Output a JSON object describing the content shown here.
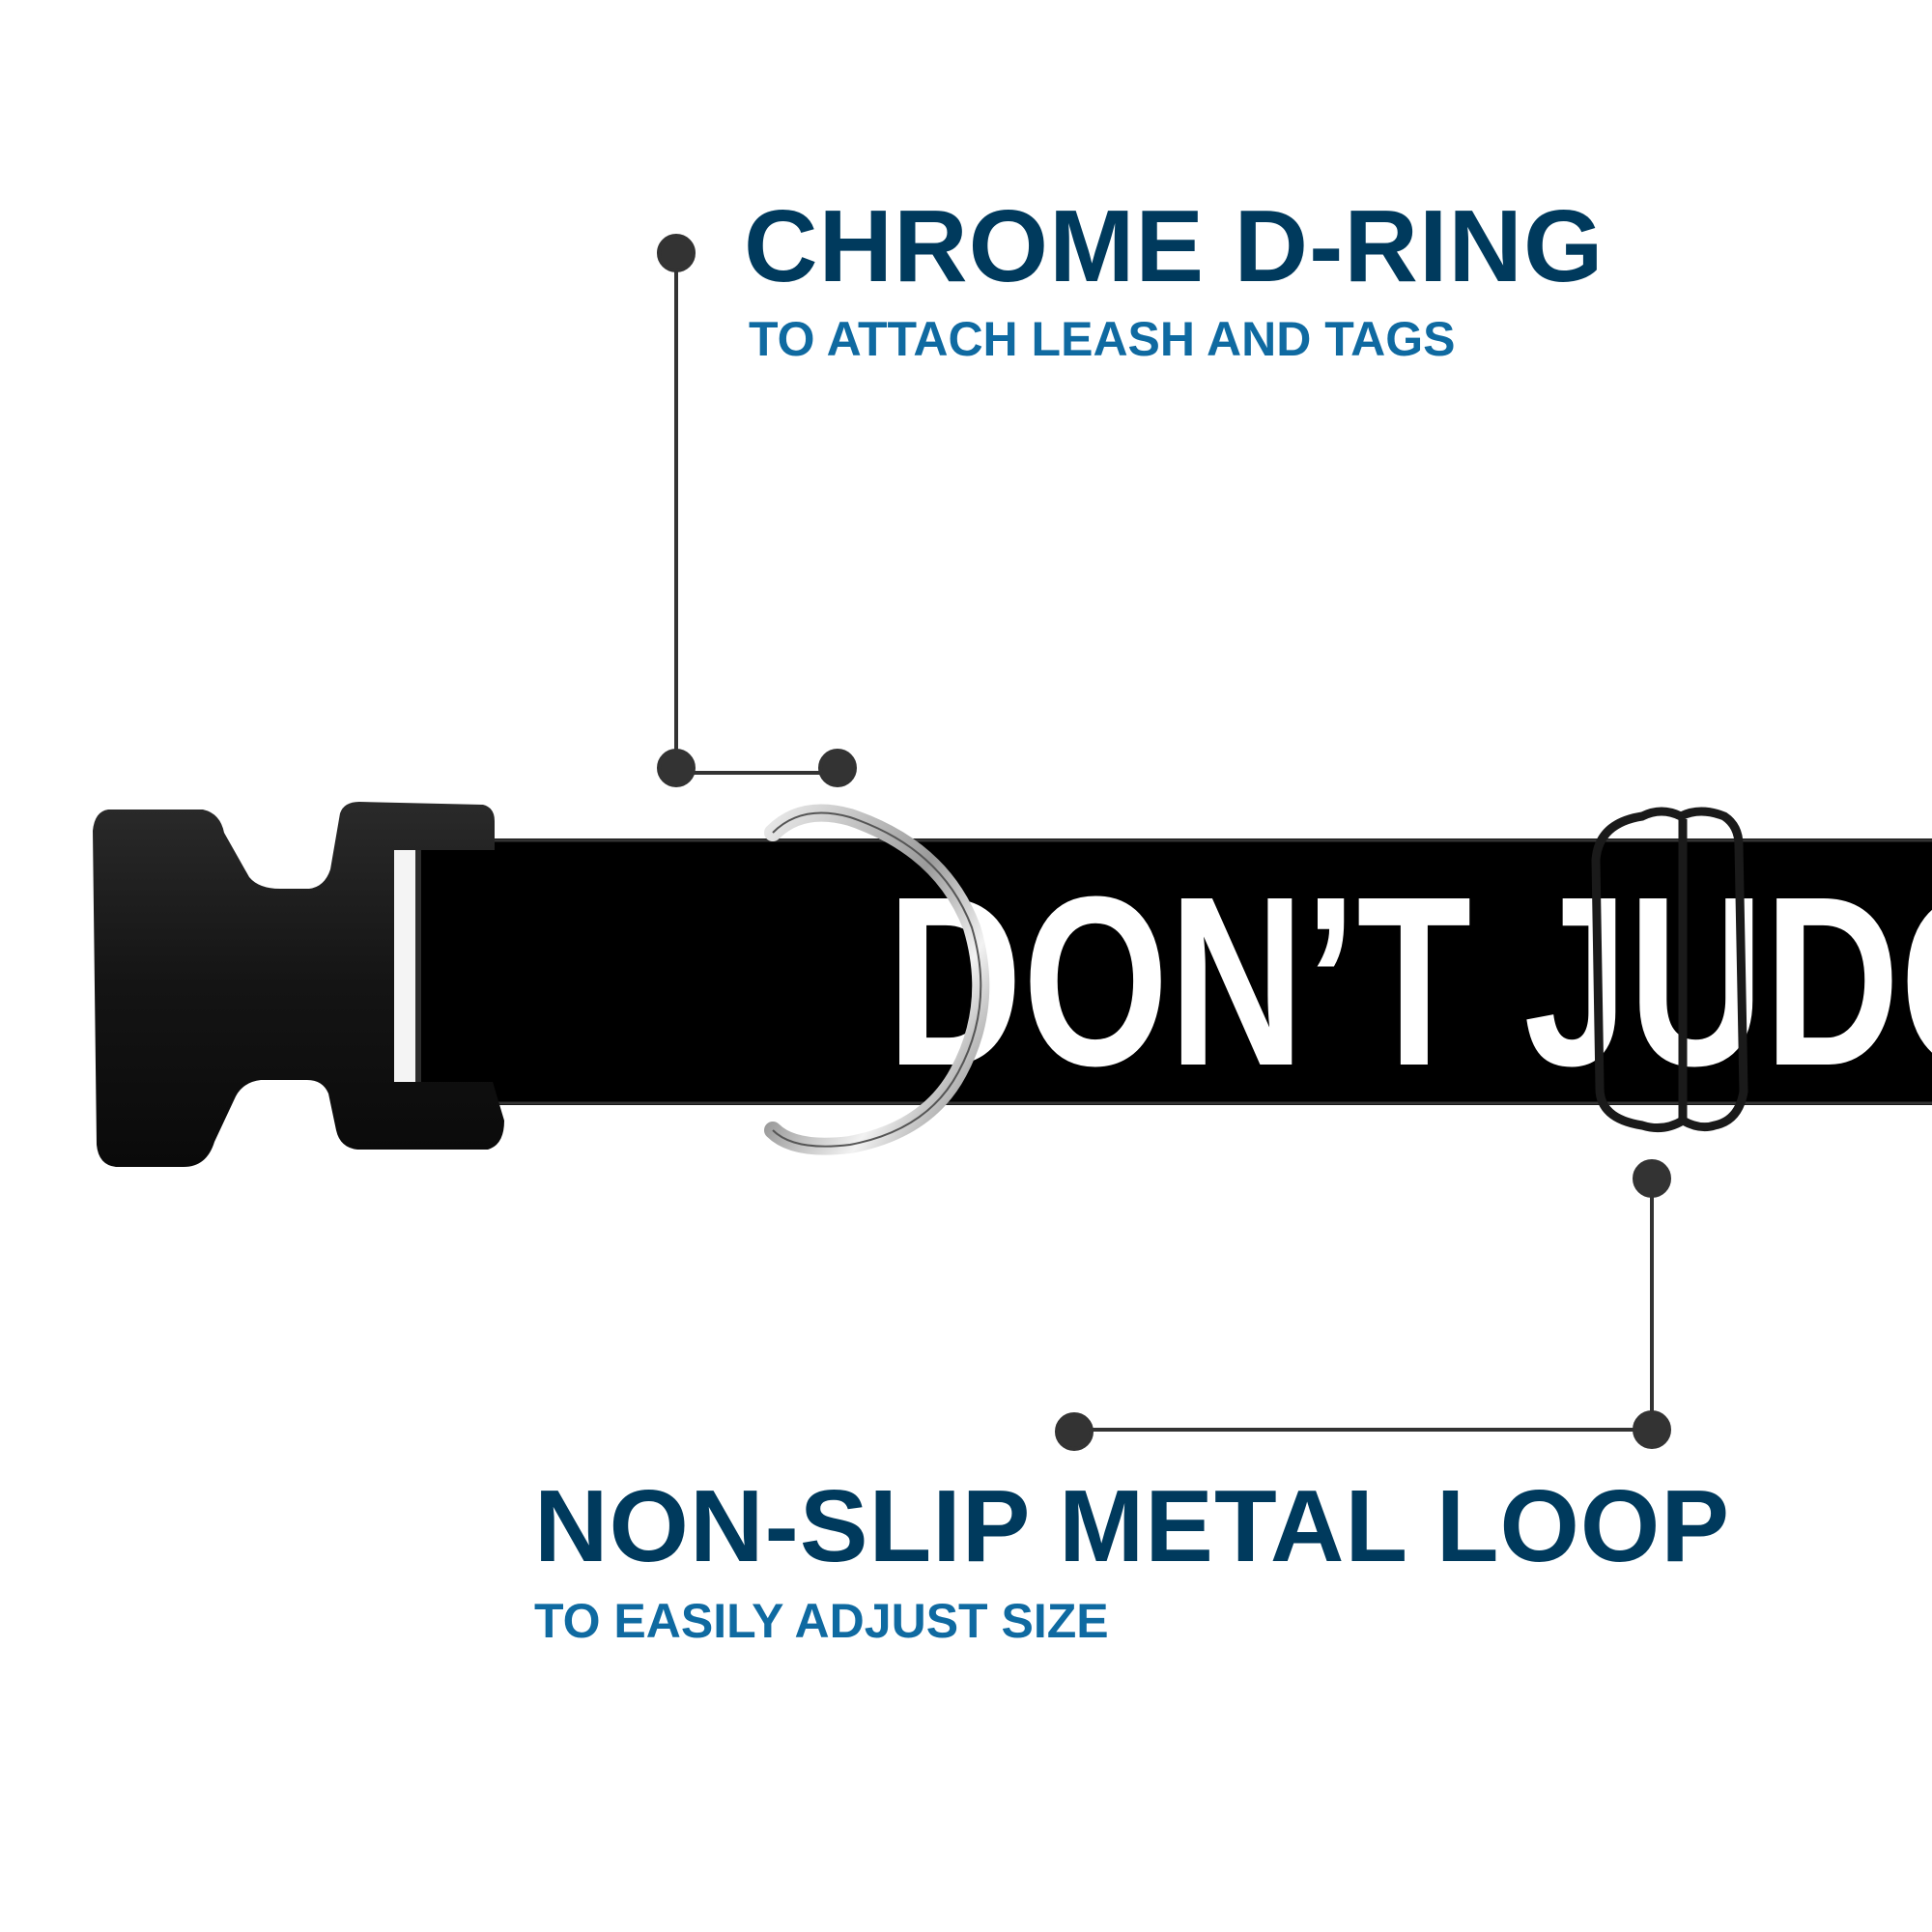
{
  "colors": {
    "title": "#003a5d",
    "subtitle": "#0f6aa1",
    "leader": "#333333",
    "collar": "#000000",
    "collar_print": "#ffffff",
    "buckle": "#1a1a1a",
    "chrome": "#b8b8b8"
  },
  "callouts": {
    "d_ring": {
      "title": "CHROME D-RING",
      "subtitle": "TO ATTACH LEASH AND TAGS"
    },
    "loop": {
      "title": "NON-SLIP METAL LOOP",
      "subtitle": "TO EASILY ADJUST SIZE"
    }
  },
  "collar": {
    "printed_text": "DON’T JUDG"
  },
  "icons": {
    "buckle": "side-release-buckle-icon",
    "d_ring": "d-ring-icon",
    "loop": "slide-loop-icon"
  }
}
